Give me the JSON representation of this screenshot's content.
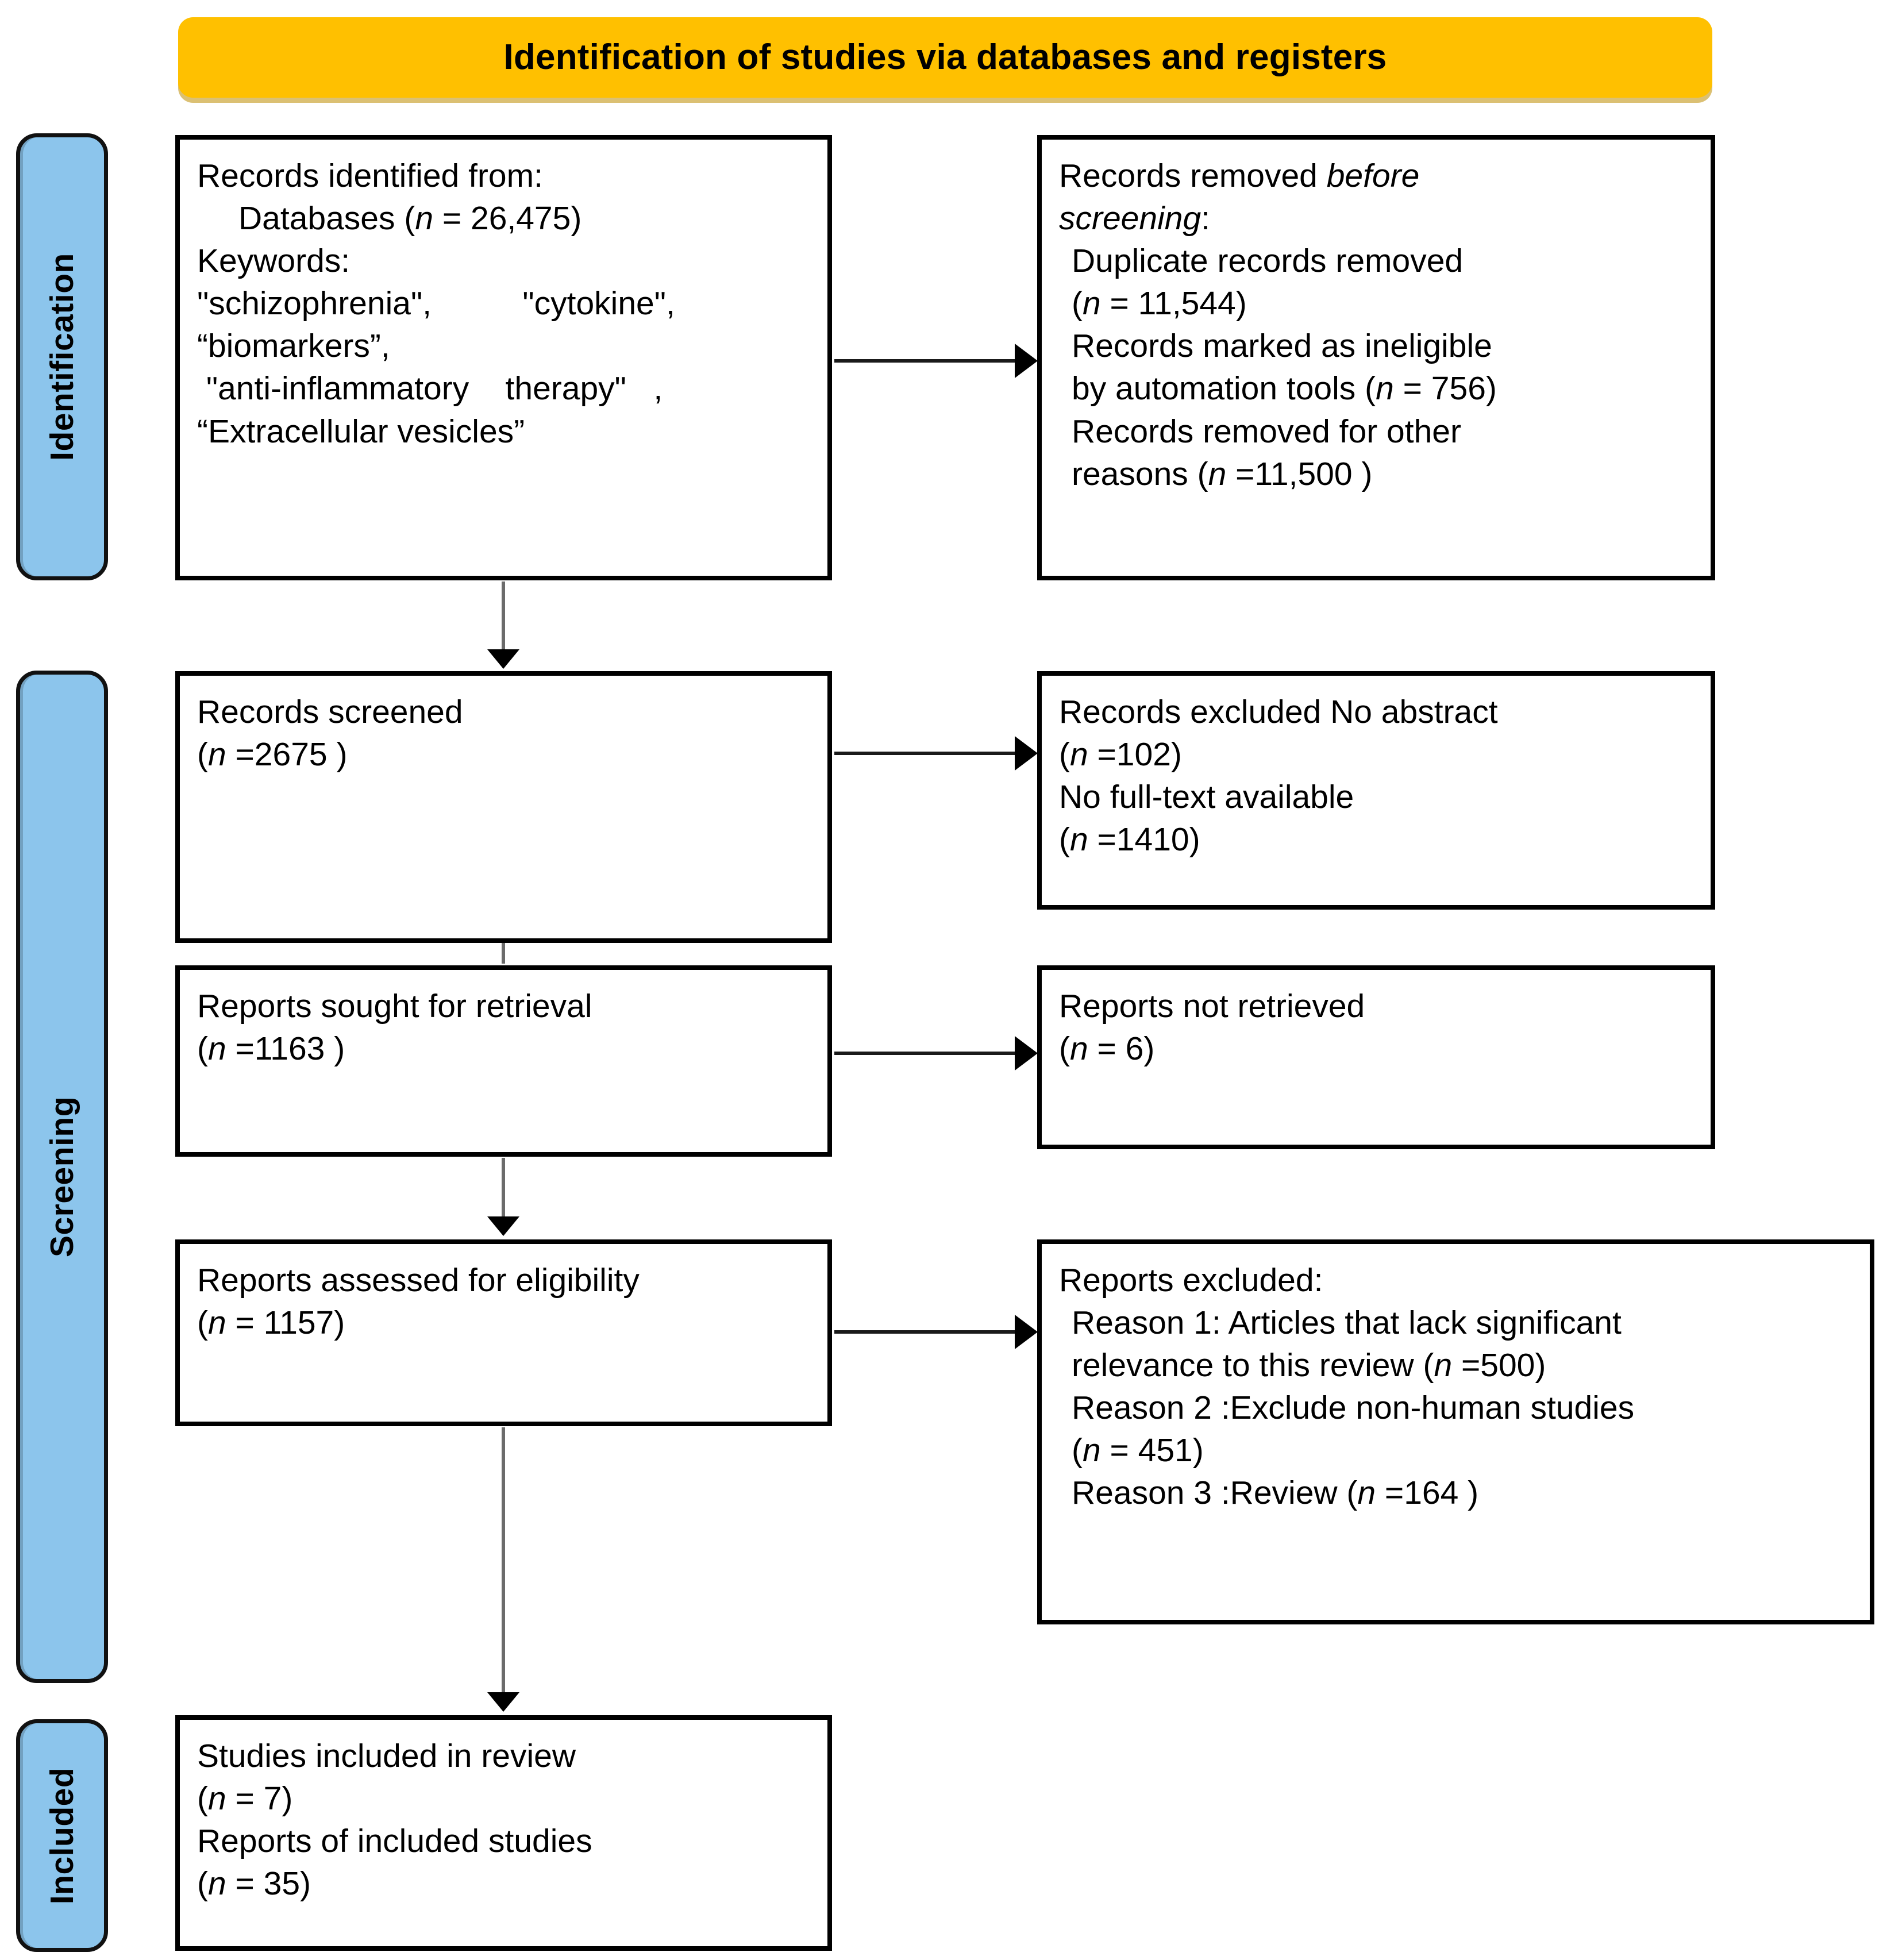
{
  "banner": {
    "title": "Identification of studies via databases and registers",
    "bg_color": "#FFC000"
  },
  "stages": [
    {
      "id": "identification",
      "label": "Identification",
      "bg_color": "#8CC5EC"
    },
    {
      "id": "screening",
      "label": "Screening",
      "bg_color": "#8CC5EC"
    },
    {
      "id": "included",
      "label": "Included",
      "bg_color": "#8CC5EC"
    }
  ],
  "nodes": {
    "identified": {
      "line1": "Records identified from:",
      "line2": "Databases (n = 26,475)",
      "line3": "Keywords:",
      "line4": "\"schizophrenia\",          \"cytokine\",",
      "line5": "“biomarkers”,",
      "line6": " \"anti-inflammatory    therapy\"   ,",
      "line7": "“Extracellular vesicles”"
    },
    "removed": {
      "line1": "Records removed before",
      "line2": "screening:",
      "line3": "Duplicate records removed",
      "line4": "(n = 11,544)",
      "line5": "Records marked as ineligible",
      "line6": "by automation tools (n = 756)",
      "line7": "Records removed for other",
      "line8": "reasons (n =11,500 )"
    },
    "screened": {
      "line1": "Records screened",
      "line2": "(n =2675 )"
    },
    "excluded": {
      "line1": "Records excluded No abstract",
      "line2": "(n =102)",
      "line3": "No full-text available",
      "line4": "(n =1410)"
    },
    "sought": {
      "line1": "Reports sought for retrieval",
      "line2": "(n =1163 )"
    },
    "not_retrieved": {
      "line1": "Reports not retrieved",
      "line2": "(n = 6)"
    },
    "assessed": {
      "line1": "Reports assessed for eligibility",
      "line2": "(n = 1157)"
    },
    "reports_excluded": {
      "line1": "Reports excluded:",
      "line2": "Reason 1: Articles that lack significant",
      "line3": "relevance to this review (n =500)",
      "line4": "Reason 2 :Exclude non-human studies",
      "line5": "(n = 451)",
      "line6": "Reason 3 :Review (n =164 )"
    },
    "included": {
      "line1": "Studies included in review",
      "line2": "(n = 7)",
      "line3": "Reports of included studies",
      "line4": "(n = 35)"
    }
  },
  "chart_data": {
    "type": "diagram",
    "title": "Identification of studies via databases and registers",
    "diagram_kind": "PRISMA flow diagram",
    "stages": [
      "Identification",
      "Screening",
      "Included"
    ],
    "flow": [
      {
        "stage": "Identification",
        "node": "Records identified from: Databases",
        "n": 26475
      },
      {
        "stage": "Identification",
        "node": "Duplicate records removed",
        "n": 11544
      },
      {
        "stage": "Identification",
        "node": "Records marked as ineligible by automation tools",
        "n": 756
      },
      {
        "stage": "Identification",
        "node": "Records removed for other reasons",
        "n": 11500
      },
      {
        "stage": "Screening",
        "node": "Records screened",
        "n": 2675
      },
      {
        "stage": "Screening",
        "node": "Records excluded No abstract",
        "n": 102
      },
      {
        "stage": "Screening",
        "node": "No full-text available",
        "n": 1410
      },
      {
        "stage": "Screening",
        "node": "Reports sought for retrieval",
        "n": 1163
      },
      {
        "stage": "Screening",
        "node": "Reports not retrieved",
        "n": 6
      },
      {
        "stage": "Screening",
        "node": "Reports assessed for eligibility",
        "n": 1157
      },
      {
        "stage": "Screening",
        "node": "Reason 1: Articles that lack significant relevance to this review",
        "n": 500
      },
      {
        "stage": "Screening",
        "node": "Reason 2: Exclude non-human studies",
        "n": 451
      },
      {
        "stage": "Screening",
        "node": "Reason 3: Review",
        "n": 164
      },
      {
        "stage": "Included",
        "node": "Studies included in review",
        "n": 7
      },
      {
        "stage": "Included",
        "node": "Reports of included studies",
        "n": 35
      }
    ],
    "keywords": [
      "schizophrenia",
      "cytokine",
      "biomarkers",
      "anti-inflammatory therapy",
      "Extracellular vesicles"
    ]
  }
}
